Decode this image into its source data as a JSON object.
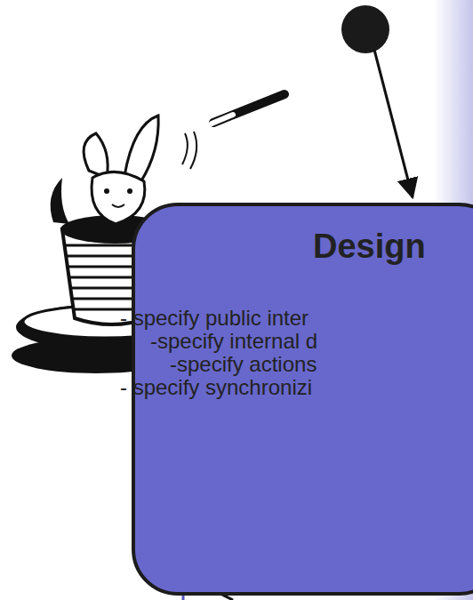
{
  "diagram": {
    "nodes": [
      {
        "text": [
          "Design",
          "- specify public inter",
          "-specify internal d",
          "-specify actions",
          "- specify synchronizi"
        ]
      }
    ]
  }
}
